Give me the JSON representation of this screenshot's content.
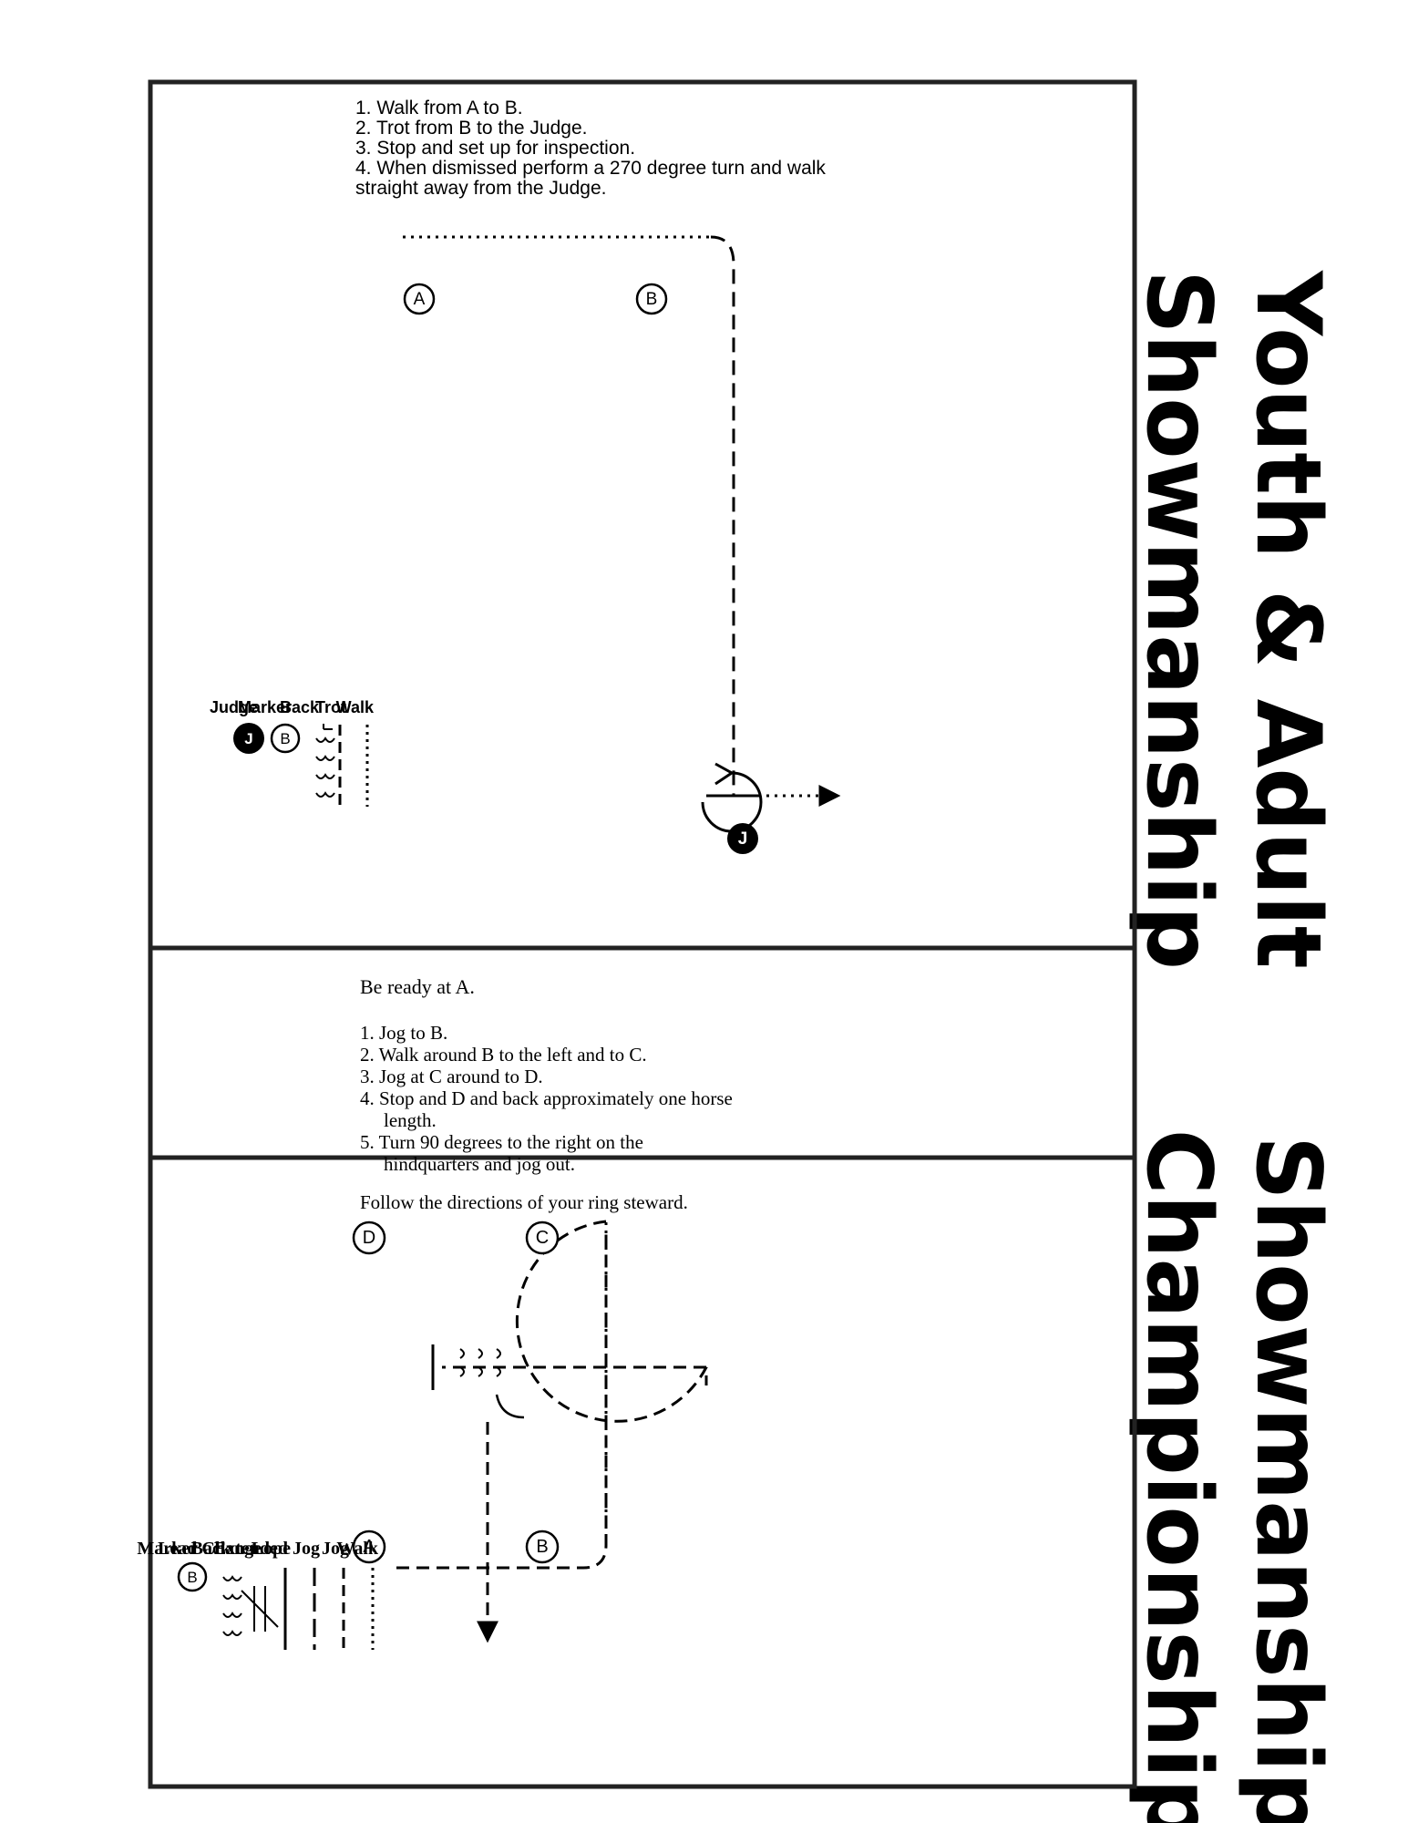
{
  "titles": {
    "left_line1": "Youth & Adult",
    "left_line2": "Showmanship",
    "right_line1": "Showmanship",
    "right_line2": "Championship"
  },
  "pattern1": {
    "markers": {
      "a": "A",
      "b": "B",
      "judge": "J"
    },
    "steps": [
      "1. Walk from A to B.",
      "2. Trot from B to the Judge.",
      "3. Stop and set up for inspection.",
      "4. When dismissed perform a 270 degree turn and walk",
      "straight away from the Judge."
    ],
    "legend": {
      "walk": "Walk",
      "trot": "Trot",
      "back": "Back",
      "marker": "Marker",
      "marker_symbol": "B",
      "judge": "Judge",
      "judge_symbol": "J"
    }
  },
  "pattern2": {
    "ready": "Be ready at A.",
    "markers": {
      "a": "A",
      "b": "B",
      "c": "C",
      "d": "D"
    },
    "steps": [
      "1.  Jog to B.",
      "2.  Walk around B to the left and to C.",
      "3.  Jog at C around to D.",
      "4.  Stop and D and back approximately one horse",
      "length.",
      "5.  Turn 90 degrees to the right on the",
      "hindquarters and jog out."
    ],
    "footer": "Follow the directions of your ring steward.",
    "legend": {
      "walk": "Walk",
      "jog": "Jog",
      "extended_jog": "Extended Jog",
      "lope": "Lope",
      "lead_change": "Lead Change",
      "back": "Back",
      "marker": "Marker",
      "marker_symbol": "B"
    }
  }
}
